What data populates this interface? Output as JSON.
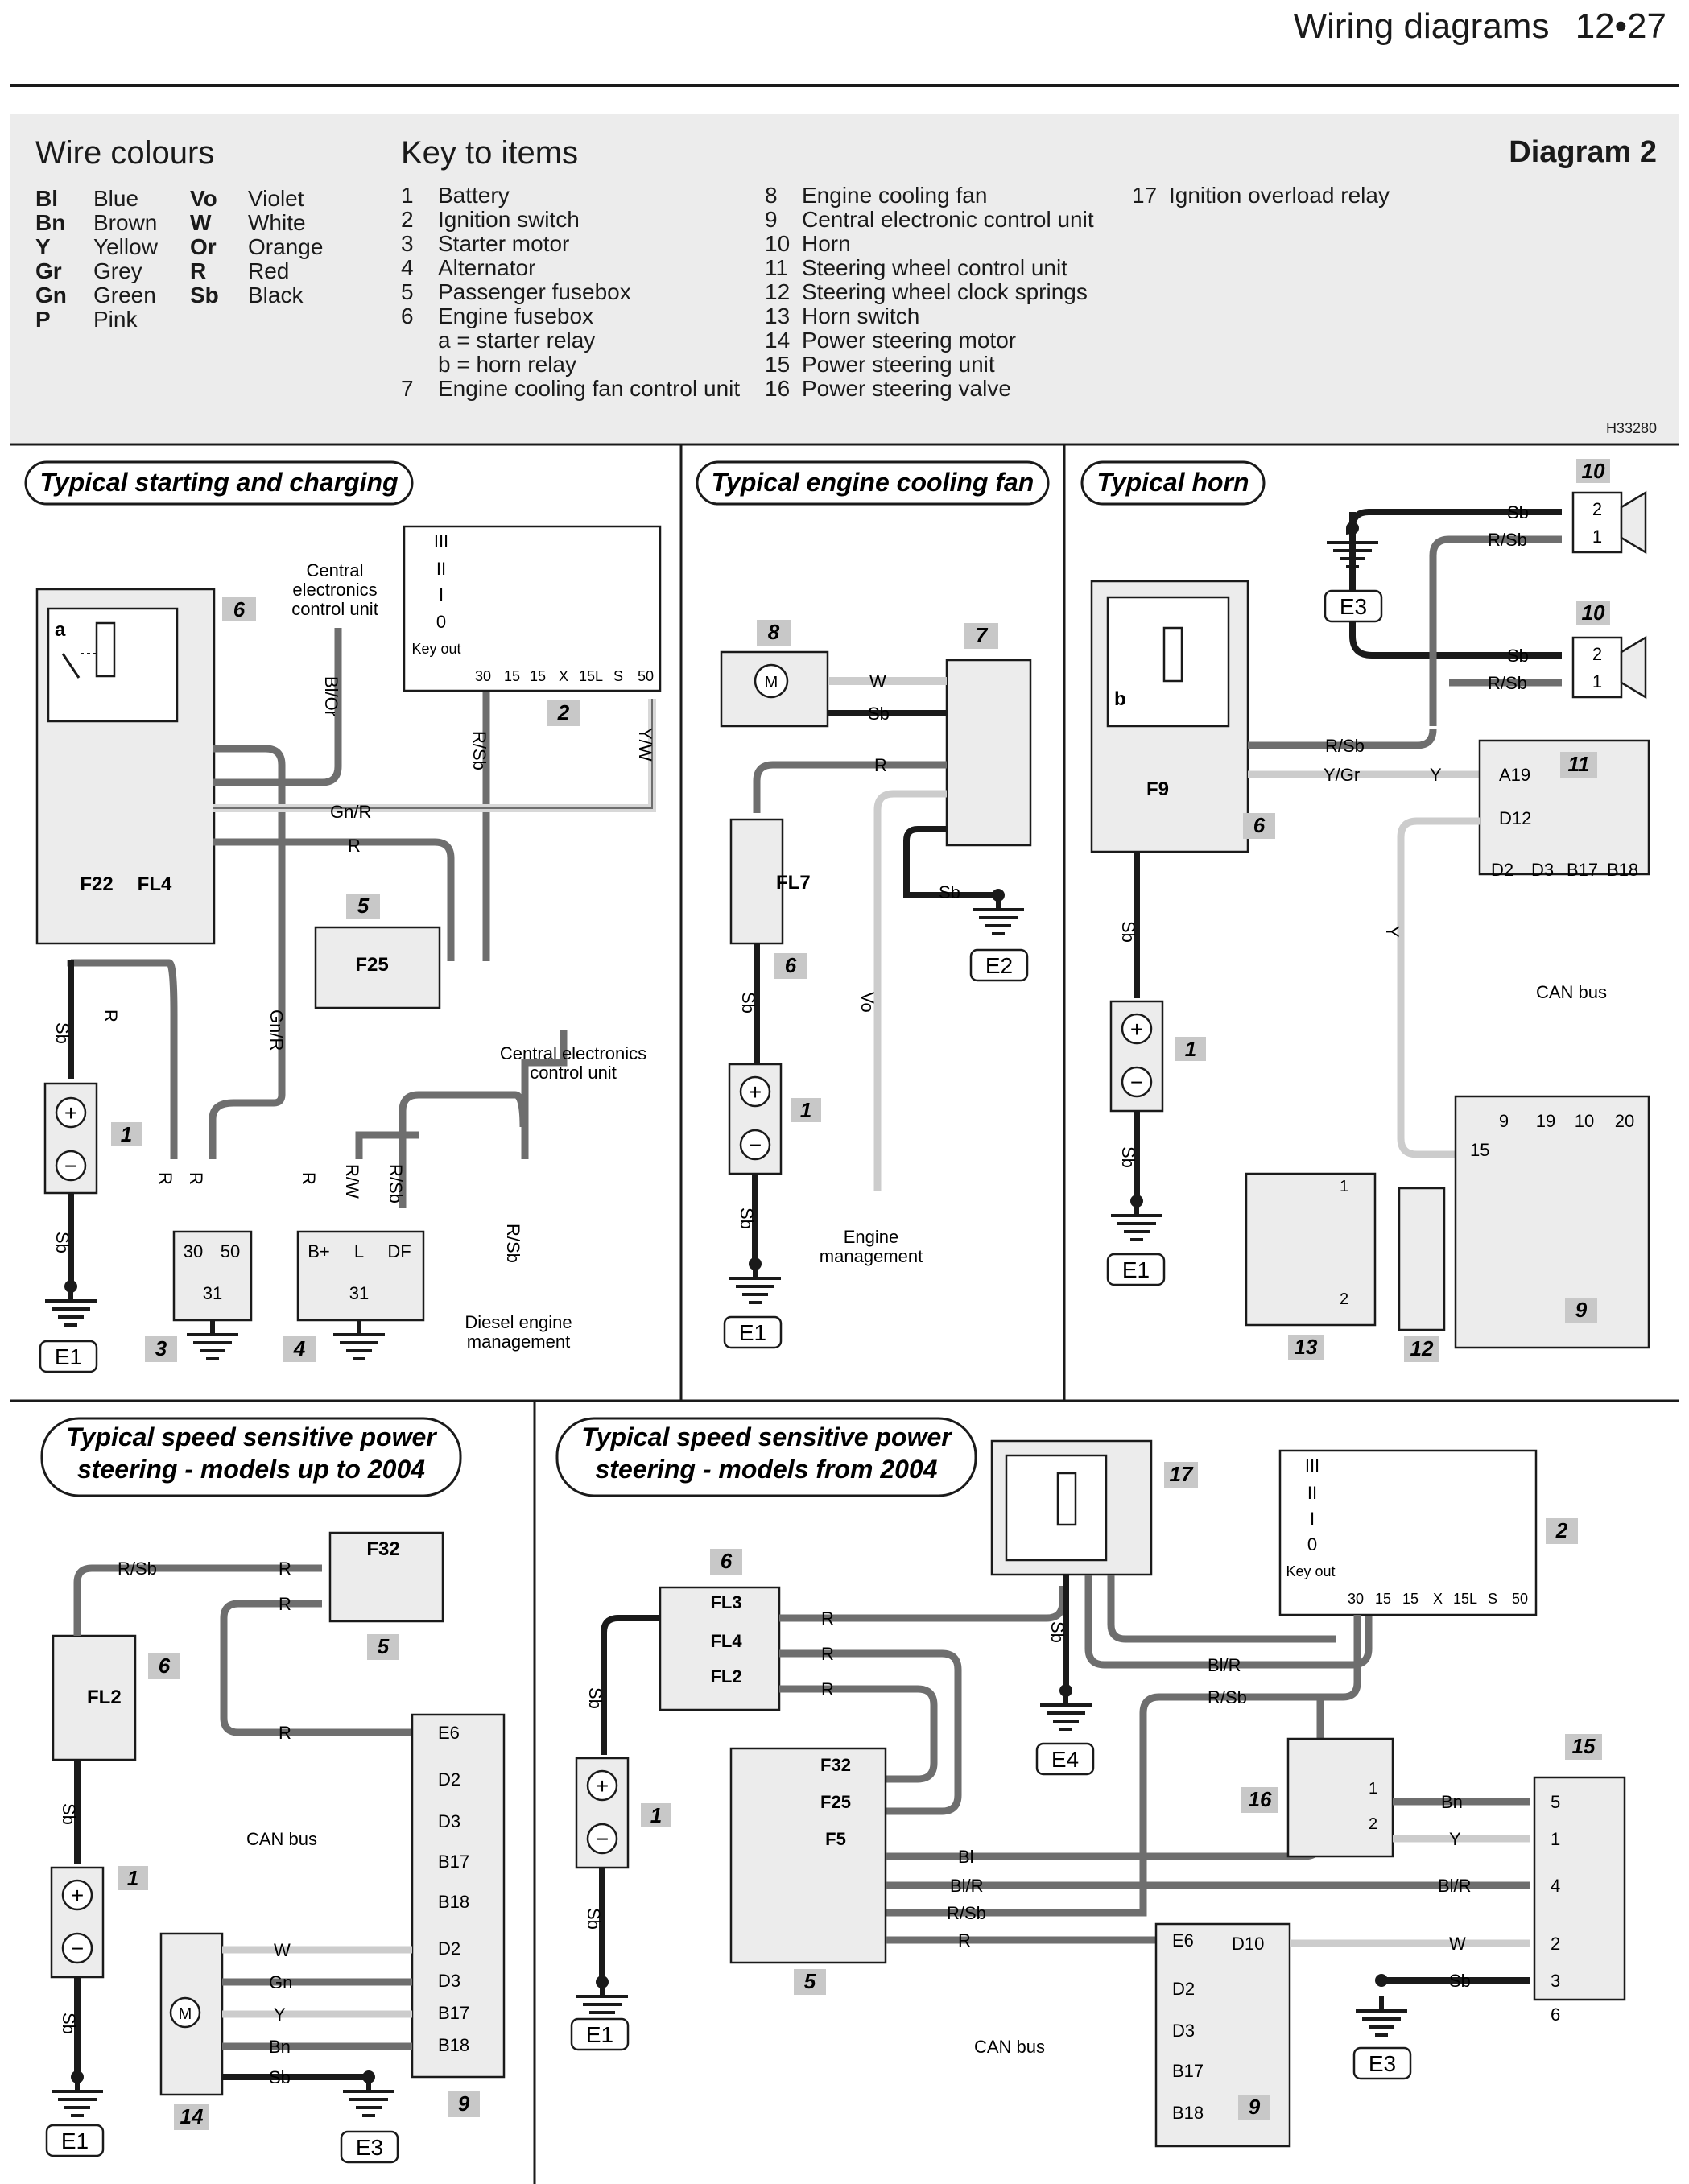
{
  "header": {
    "title": "Wiring diagrams",
    "page": "12•27"
  },
  "wire_colours": {
    "heading": "Wire colours",
    "left": [
      {
        "code": "Bl",
        "name": "Blue"
      },
      {
        "code": "Bn",
        "name": "Brown"
      },
      {
        "code": "Y",
        "name": "Yellow"
      },
      {
        "code": "Gr",
        "name": "Grey"
      },
      {
        "code": "Gn",
        "name": "Green"
      },
      {
        "code": "P",
        "name": "Pink"
      }
    ],
    "right": [
      {
        "code": "Vo",
        "name": "Violet"
      },
      {
        "code": "W",
        "name": "White"
      },
      {
        "code": "Or",
        "name": "Orange"
      },
      {
        "code": "R",
        "name": "Red"
      },
      {
        "code": "Sb",
        "name": "Black"
      }
    ]
  },
  "key_to_items": {
    "heading": "Key to items",
    "col1": [
      {
        "n": "1",
        "t": "Battery"
      },
      {
        "n": "2",
        "t": "Ignition switch"
      },
      {
        "n": "3",
        "t": "Starter motor"
      },
      {
        "n": "4",
        "t": "Alternator"
      },
      {
        "n": "5",
        "t": "Passenger fusebox"
      },
      {
        "n": "6",
        "t": "Engine fusebox"
      },
      {
        "n": "",
        "t": "a  =  starter relay"
      },
      {
        "n": "",
        "t": "b  =  horn relay"
      },
      {
        "n": "7",
        "t": "Engine cooling fan control unit"
      }
    ],
    "col2": [
      {
        "n": "8",
        "t": "Engine cooling fan"
      },
      {
        "n": "9",
        "t": "Central electronic control unit"
      },
      {
        "n": "10",
        "t": "Horn"
      },
      {
        "n": "11",
        "t": "Steering wheel control unit"
      },
      {
        "n": "12",
        "t": "Steering wheel clock springs"
      },
      {
        "n": "13",
        "t": "Horn switch"
      },
      {
        "n": "14",
        "t": "Power steering motor"
      },
      {
        "n": "15",
        "t": "Power steering unit"
      },
      {
        "n": "16",
        "t": "Power steering valve"
      }
    ],
    "col3": [
      {
        "n": "17",
        "t": "Ignition overload relay"
      }
    ]
  },
  "diagram_label": "Diagram 2",
  "diagram_code": "H33280",
  "sections": {
    "starting": "Typical starting and charging",
    "cooling": "Typical engine cooling fan",
    "horn": "Typical horn",
    "ps_old_1": "Typical speed sensitive power",
    "ps_old_2": "steering - models up to 2004",
    "ps_new_1": "Typical speed sensitive power",
    "ps_new_2": "steering - models from 2004"
  },
  "labels": {
    "central_ecu_1": "Central",
    "central_ecu_2": "electronics",
    "central_ecu_3": "control unit",
    "central_ecu_b1": "Central electronics",
    "central_ecu_b2": "control unit",
    "diesel_1": "Diesel engine",
    "diesel_2": "management",
    "engine_mgmt_1": "Engine",
    "engine_mgmt_2": "management",
    "can_bus": "CAN bus",
    "key_out": "Key out"
  },
  "colors": {
    "wire_dark": "#1a1a1a",
    "wire_grey": "#6e6e6e",
    "component_fill": "#ececec",
    "label_box": "#c8c8c8"
  }
}
